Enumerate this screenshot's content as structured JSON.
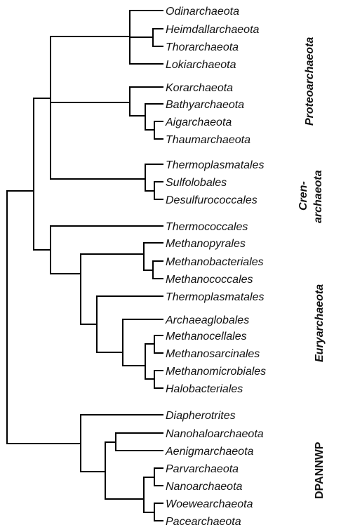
{
  "taxa": [
    "Odinarchaeota",
    "Heimdallarchaeota",
    "Thorarchaeota",
    "Lokiarchaeota",
    "Korarchaeota",
    "Bathyarchaeota",
    "Aigarchaeota",
    "Thaumarchaeota",
    "Thermoplasmatales",
    "Sulfolobales",
    "Desulfurococcales",
    "Thermococcales",
    "Methanopyrales",
    "Methanobacteriales",
    "Methanococcales",
    "Thermoplasmatales",
    "Archaeaglobales",
    "Methanocellales",
    "Methanosarcinales",
    "Methanomicrobiales",
    "Halobacteriales",
    "Diapherotrites",
    "Nanohaloarchaeota",
    "Aenigmarchaeota",
    "Parvarchaeota",
    "Nanoarchaeota",
    "Woewearchaeota",
    "Pacearchaeota"
  ],
  "groups": {
    "proteoarchaeota": "Proteoarchaeota",
    "crenarchaeota_line1": "Cren-",
    "crenarchaeota_line2": "archaeota",
    "euryarchaeota": "Euryarchaeota",
    "dpannwp": "DPANNWP"
  }
}
